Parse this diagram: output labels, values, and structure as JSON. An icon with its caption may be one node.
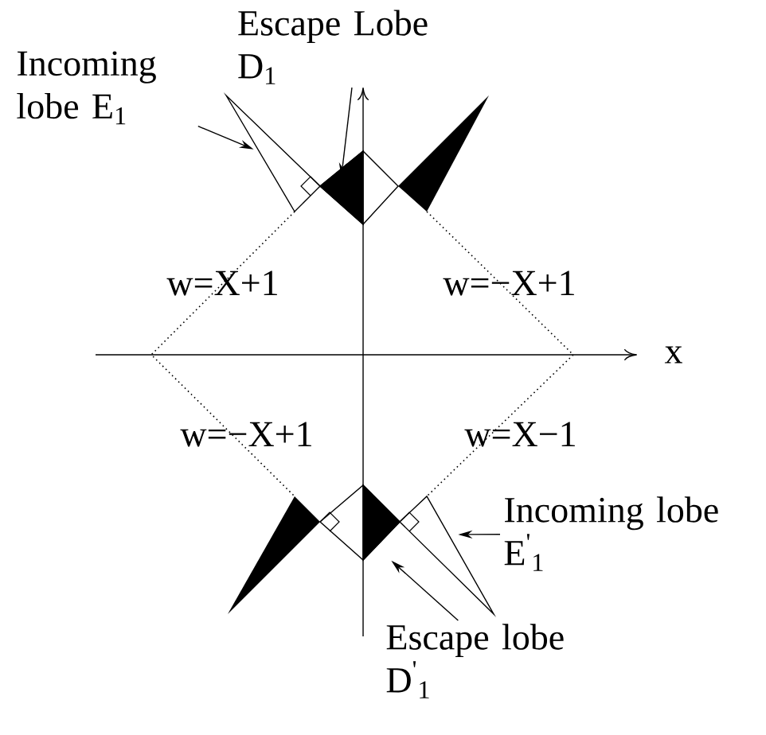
{
  "diagram": {
    "nodes": [
      {
        "text": [
          "Escape Lobe D$_{1}$"
        ]
      },
      {
        "text": [
          "Incoming lobe E$_{1}$"
        ]
      },
      {
        "text": [],
        "shape": "triangle"
      },
      {
        "text": [],
        "shape": "triangle"
      },
      {
        "text": [
          "Incoming lobe E$^{'}$$_{1}$"
        ]
      },
      {
        "text": [],
        "shape": "triangle"
      },
      {
        "text": [
          "Escape lobe D$^{'}$$_{1}$"
        ]
      },
      {
        "text": [],
        "shape": "triangle"
      }
    ],
    "edges": [
      {
        "from": 1,
        "to": 2,
        "arrow": "to"
      },
      {
        "from": 0,
        "to": 3,
        "arrow": "to"
      },
      {
        "from": 4,
        "to": 5,
        "arrow": "to"
      },
      {
        "from": 6,
        "to": 7,
        "arrow": "to"
      }
    ],
    "labels": [
      "w=X+1",
      "w=−X+1",
      "x",
      "w=−X+1",
      "w=X−1"
    ]
  }
}
